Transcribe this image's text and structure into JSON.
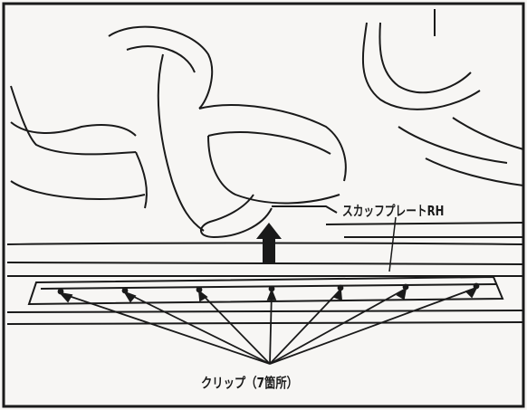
{
  "labels": {
    "part_name": "スカッフプレートRH",
    "clip_callout": "クリップ（7箇所）"
  },
  "icons": {
    "removal_arrow": "up-arrow-icon"
  },
  "colors": {
    "line": "#1a1a1a",
    "paper": "#f7f6f4"
  },
  "clip_count": 7
}
